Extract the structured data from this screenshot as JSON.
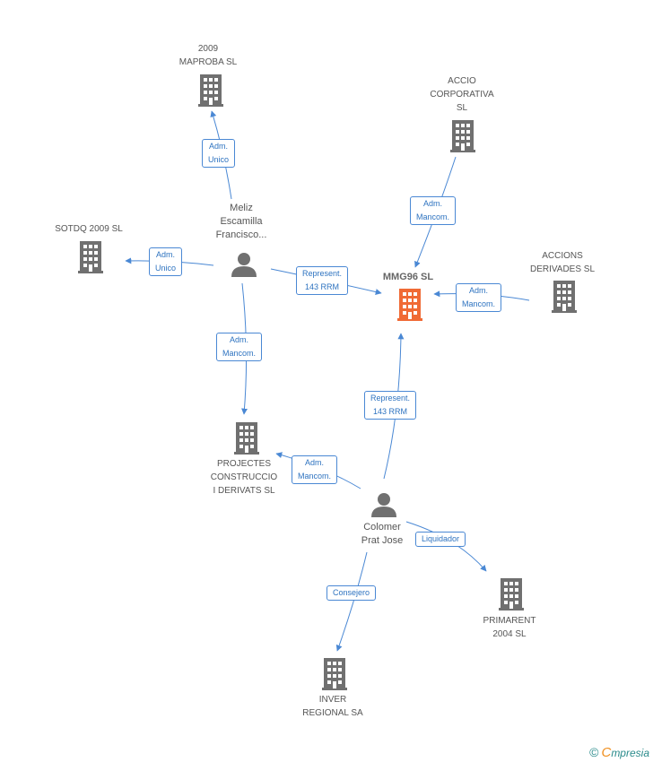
{
  "colors": {
    "edge": "#4a88d4",
    "company": "#707070",
    "main_company": "#f06a35",
    "person": "#707070"
  },
  "nodes": {
    "mmg96": {
      "label": "MMG96 SL",
      "type": "company",
      "icon": "building-icon",
      "main": true
    },
    "maproba": {
      "label_lines": [
        "2009",
        "MAPROBA SL"
      ],
      "type": "company",
      "icon": "building-icon"
    },
    "accio": {
      "label_lines": [
        "ACCIO",
        "CORPORATIVA",
        "SL"
      ],
      "type": "company",
      "icon": "building-icon"
    },
    "sotdq": {
      "label": "SOTDQ 2009 SL",
      "type": "company",
      "icon": "building-icon"
    },
    "accions": {
      "label_lines": [
        "ACCIONS",
        "DERIVADES  SL"
      ],
      "type": "company",
      "icon": "building-icon"
    },
    "projectes": {
      "label_lines": [
        "PROJECTES",
        "CONSTRUCCIO",
        "I DERIVATS SL"
      ],
      "type": "company",
      "icon": "building-icon"
    },
    "primarent": {
      "label_lines": [
        "PRIMARENT",
        "2004 SL"
      ],
      "type": "company",
      "icon": "building-icon"
    },
    "inver": {
      "label_lines": [
        "INVER",
        "REGIONAL SA"
      ],
      "type": "company",
      "icon": "building-icon"
    },
    "meliz": {
      "label_lines": [
        "Meliz",
        "Escamilla",
        "Francisco..."
      ],
      "type": "person",
      "icon": "person-icon"
    },
    "colomer": {
      "label_lines": [
        "Colomer",
        "Prat Jose"
      ],
      "type": "person",
      "icon": "person-icon"
    }
  },
  "edges": [
    {
      "id": "meliz-maproba",
      "label_lines": [
        "Adm.",
        "Unico"
      ]
    },
    {
      "id": "meliz-sotdq",
      "label_lines": [
        "Adm.",
        "Unico"
      ]
    },
    {
      "id": "meliz-mmg96",
      "label_lines": [
        "Represent.",
        "143 RRM"
      ]
    },
    {
      "id": "meliz-projectes",
      "label_lines": [
        "Adm.",
        "Mancom."
      ]
    },
    {
      "id": "accio-mmg96",
      "label_lines": [
        "Adm.",
        "Mancom."
      ]
    },
    {
      "id": "accions-mmg96",
      "label_lines": [
        "Adm.",
        "Mancom."
      ]
    },
    {
      "id": "colomer-mmg96",
      "label_lines": [
        "Represent.",
        "143 RRM"
      ]
    },
    {
      "id": "colomer-projectes",
      "label_lines": [
        "Adm.",
        "Mancom."
      ]
    },
    {
      "id": "colomer-primarent",
      "label": "Liquidador"
    },
    {
      "id": "colomer-inver",
      "label": "Consejero"
    }
  ],
  "footer": {
    "copyright": "©",
    "brand_first": "C",
    "brand_rest": "mpresia"
  }
}
